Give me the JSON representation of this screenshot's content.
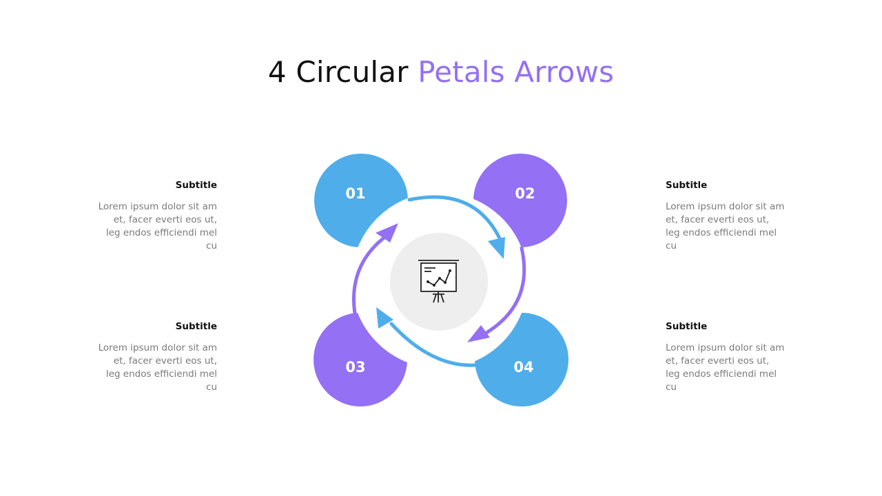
{
  "title": {
    "main": "4 Circular",
    "accent": "Petals Arrows"
  },
  "colors": {
    "blue": "#4fadea",
    "purple": "#9370f4",
    "center": "#eeeeee",
    "text": "#7a7a7a"
  },
  "petals": [
    {
      "number": "01",
      "color": "blue"
    },
    {
      "number": "02",
      "color": "purple"
    },
    {
      "number": "03",
      "color": "purple"
    },
    {
      "number": "04",
      "color": "blue"
    }
  ],
  "blocks": [
    {
      "subtitle": "Subtitle",
      "text": "Lorem ipsum dolor sit am et, facer everti eos ut, leg endos efficiendi mel cu"
    },
    {
      "subtitle": "Subtitle",
      "text": "Lorem ipsum dolor sit am et, facer everti eos ut, leg endos efficiendi mel cu"
    },
    {
      "subtitle": "Subtitle",
      "text": "Lorem ipsum dolor sit am et, facer everti eos ut, leg endos efficiendi mel cu"
    },
    {
      "subtitle": "Subtitle",
      "text": "Lorem ipsum dolor sit am et, facer everti eos ut, leg endos efficiendi mel cu"
    }
  ],
  "center_icon": "presentation-chart-icon"
}
